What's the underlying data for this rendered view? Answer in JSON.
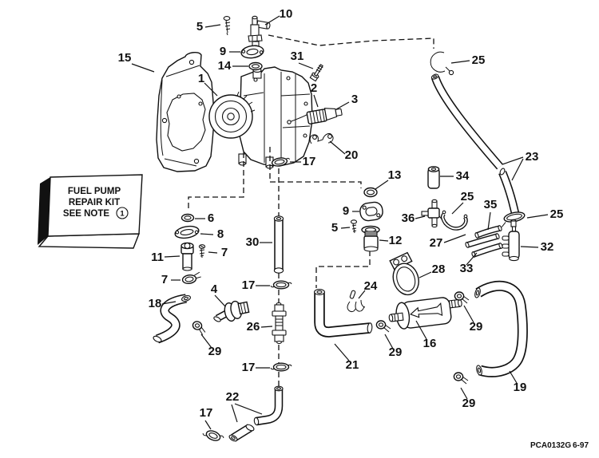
{
  "note_box": {
    "line1": "FUEL PUMP",
    "line2": "REPAIR KIT",
    "line3": "SEE NOTE",
    "note_ref": "1"
  },
  "footer": {
    "code": "PCA0132G",
    "revision": "6-97"
  },
  "callouts": [
    "5",
    "10",
    "9",
    "14",
    "31",
    "1",
    "15",
    "2",
    "3",
    "25",
    "20",
    "17",
    "23",
    "13",
    "34",
    "9",
    "25",
    "36",
    "35",
    "25",
    "6",
    "8",
    "11",
    "30",
    "5",
    "12",
    "27",
    "28",
    "33",
    "32",
    "7",
    "7",
    "4",
    "17",
    "24",
    "18",
    "26",
    "29",
    "16",
    "29",
    "29",
    "21",
    "17",
    "29",
    "19",
    "22",
    "17"
  ]
}
